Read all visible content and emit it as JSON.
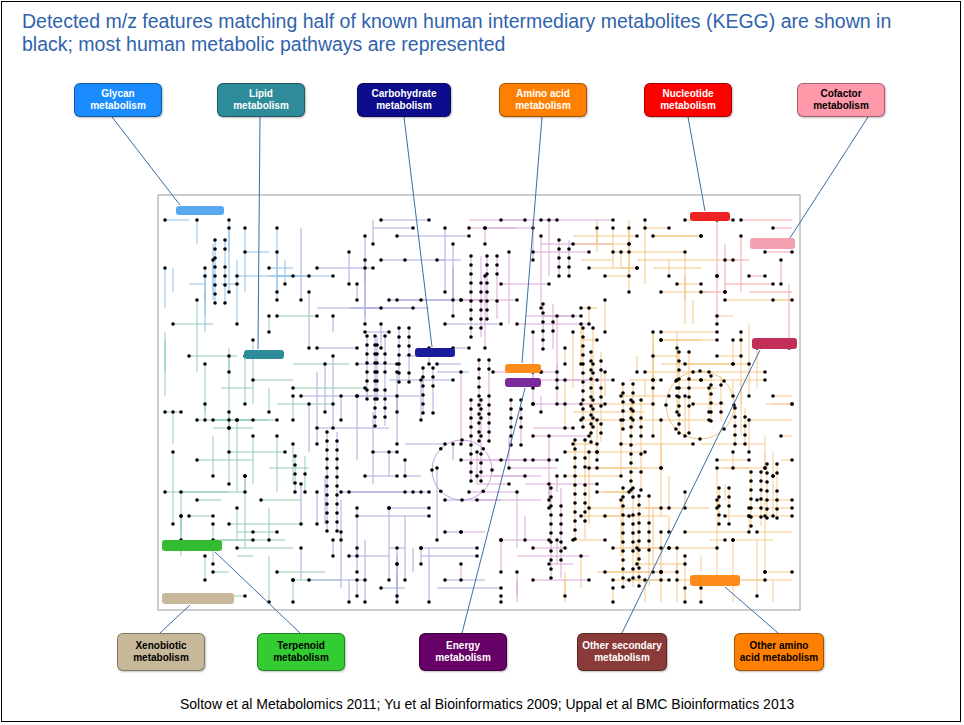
{
  "diagram": {
    "title": "Detected m/z features matching half of known human intermediary metabolites (KEGG) are shown in black; most human metabolic pathways are represented",
    "caption": "Soltow et al Metabolomics 2011; Yu et al Bioinformatics 2009; Uppal et al BMC Bioinformatics 2013",
    "nodes": [
      {
        "text": [
          "Glycan metabolism"
        ]
      },
      {
        "text": [
          "Lipid metabolism"
        ]
      },
      {
        "text": [
          "Carbohydrate metabolism"
        ]
      },
      {
        "text": [
          "Amino acid metabolism"
        ]
      },
      {
        "text": [
          "Nucleotide metabolism"
        ]
      },
      {
        "text": [
          "Cofactor metabolism"
        ]
      },
      {
        "text": [
          "Xenobiotic metabolism"
        ]
      },
      {
        "text": [
          "Terpenoid metabolism"
        ]
      },
      {
        "text": [
          "Energy metabolism"
        ]
      },
      {
        "text": [
          "Other secondary metabolism"
        ]
      },
      {
        "text": [
          "Other amino acid metabolism"
        ]
      }
    ]
  }
}
